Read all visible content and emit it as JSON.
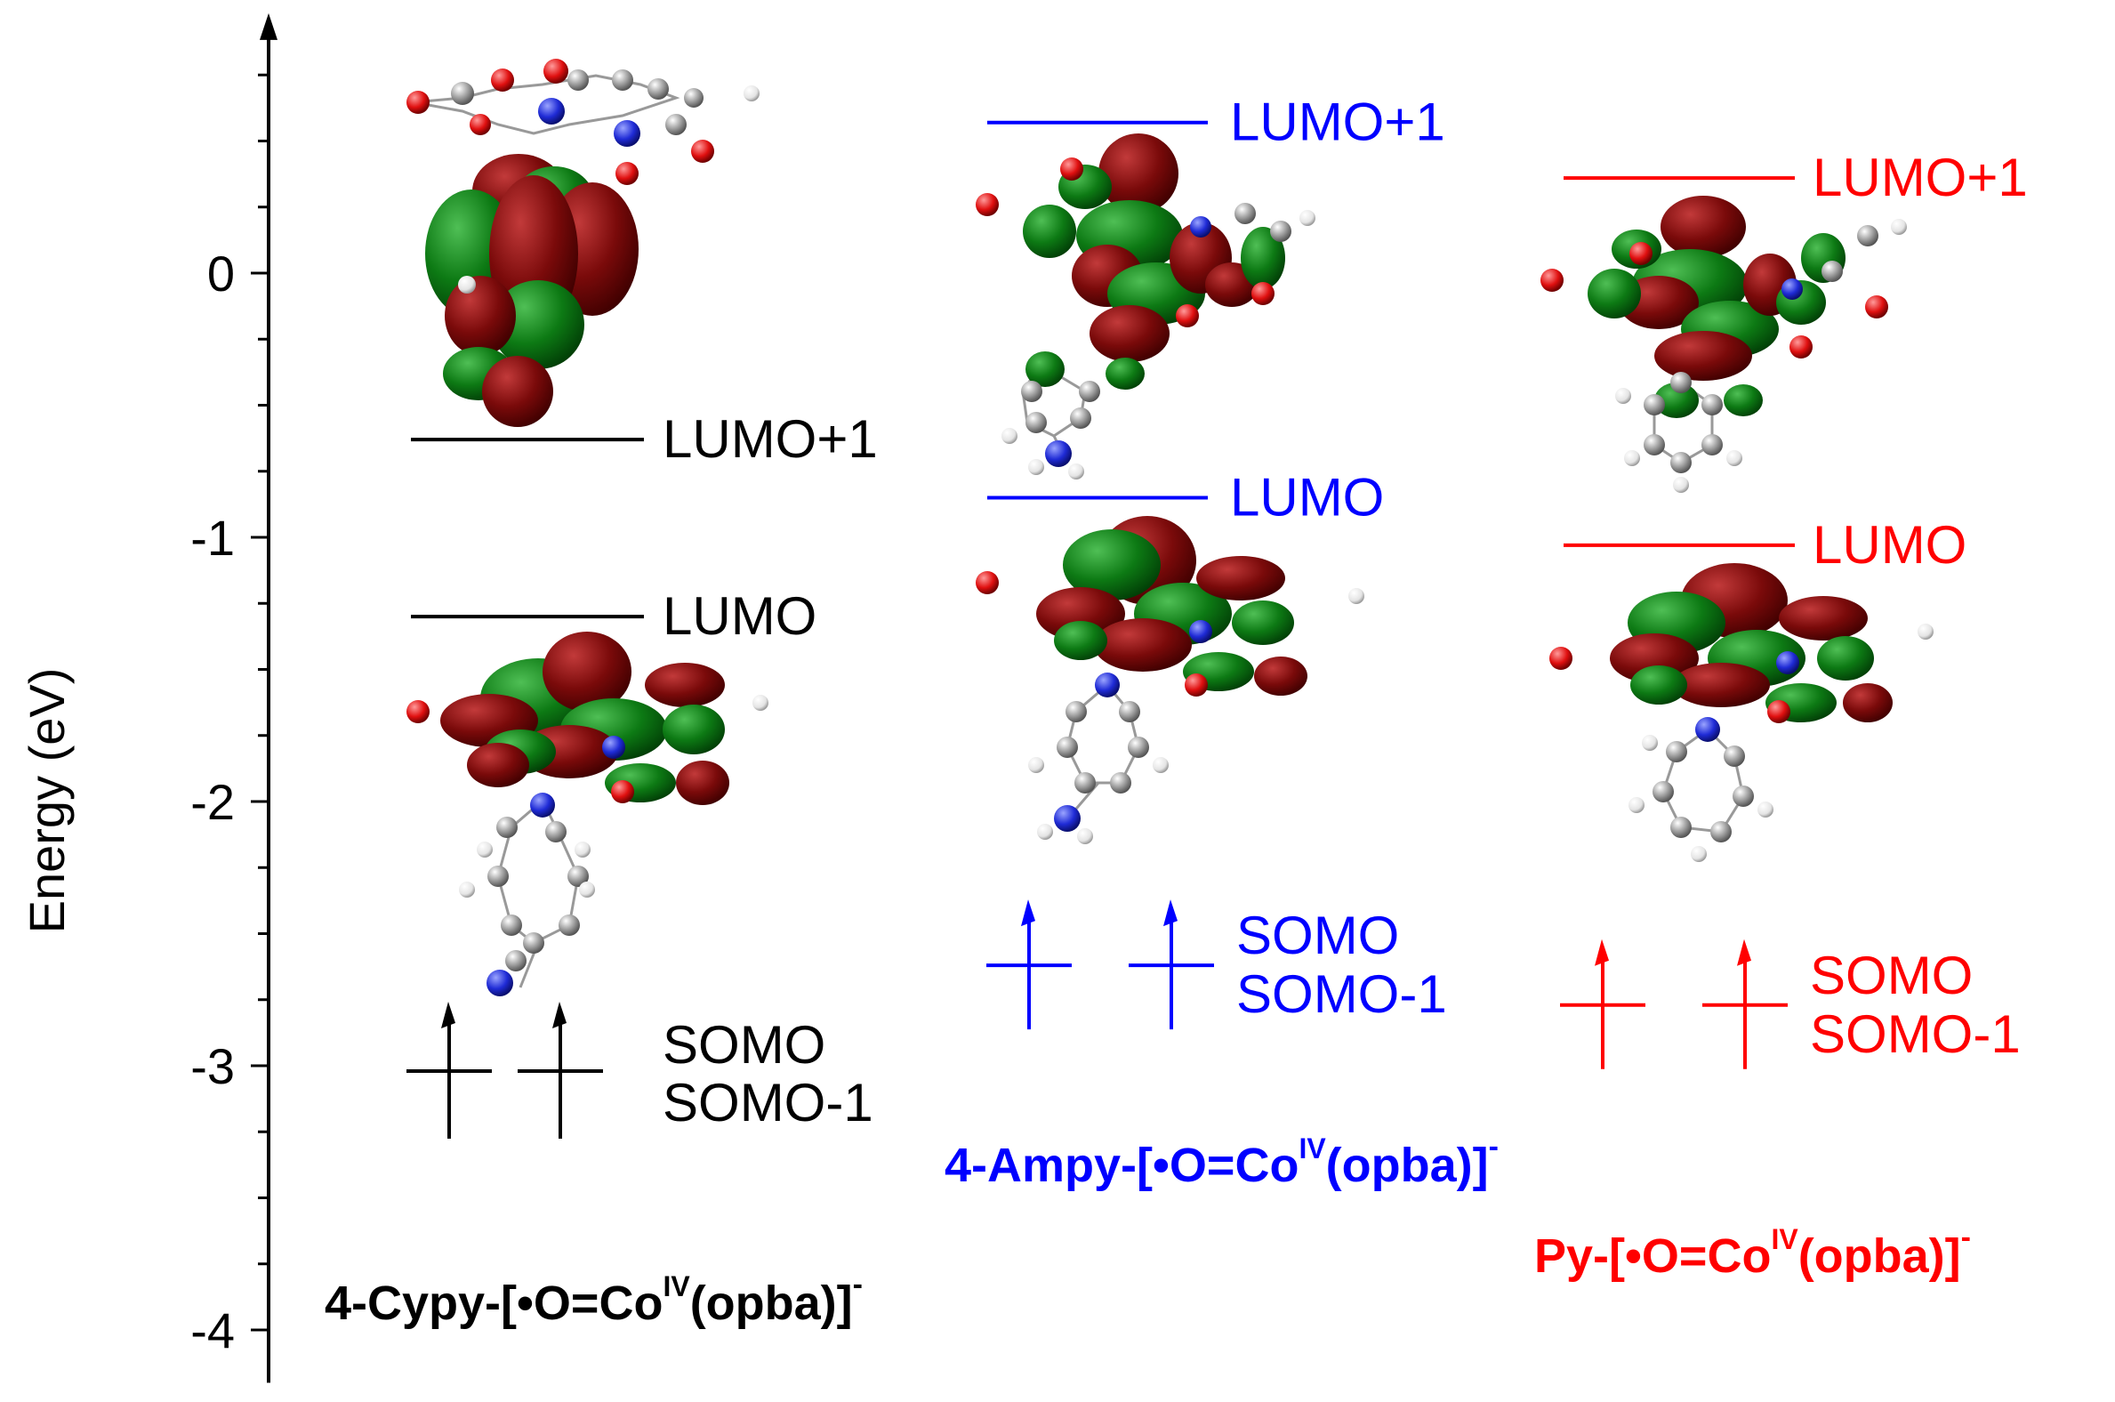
{
  "chart_data": {
    "type": "energy-level-diagram",
    "ylabel": "Energy (eV)",
    "ylim": [
      -4.2,
      0.95
    ],
    "y_ticks": [
      0,
      -1,
      -2,
      -3,
      -4
    ],
    "y_tick_labels": [
      "0",
      "-1",
      "-2",
      "-3",
      "-4"
    ],
    "compounds": [
      {
        "name_prefix": "4-Cypy-[•O=Co",
        "name_sup": "IV",
        "name_suffix": "(opba)]",
        "name_charge": "-",
        "color": "#000000",
        "levels": [
          {
            "label": "LUMO+1",
            "energy": -0.63
          },
          {
            "label": "LUMO",
            "energy": -1.3
          }
        ],
        "spin_levels": {
          "energy": -3.02,
          "labels": [
            "SOMO",
            "SOMO-1"
          ]
        }
      },
      {
        "name_prefix": "4-Ampy-[•O=Co",
        "name_sup": "IV",
        "name_suffix": "(opba)]",
        "name_charge": "-",
        "color": "#0000ff",
        "levels": [
          {
            "label": "LUMO+1",
            "energy": 0.57
          },
          {
            "label": "LUMO",
            "energy": -0.85
          }
        ],
        "spin_levels": {
          "energy": -2.62,
          "labels": [
            "SOMO",
            "SOMO-1"
          ]
        }
      },
      {
        "name_prefix": "Py-[•O=Co",
        "name_sup": "IV",
        "name_suffix": "(opba)]",
        "name_charge": "-",
        "color": "#ff0000",
        "levels": [
          {
            "label": "LUMO+1",
            "energy": 0.36
          },
          {
            "label": "LUMO",
            "energy": -1.03
          }
        ],
        "spin_levels": {
          "energy": -2.77,
          "labels": [
            "SOMO",
            "SOMO-1"
          ]
        }
      }
    ]
  },
  "colors": {
    "orbital_dark_red": "#7a0a0a",
    "orbital_green": "#0d7a14",
    "atom_grey": "#9a9a9a",
    "atom_blue": "#1f2bd6",
    "atom_red": "#e01010",
    "atom_white": "#eeeeee"
  }
}
